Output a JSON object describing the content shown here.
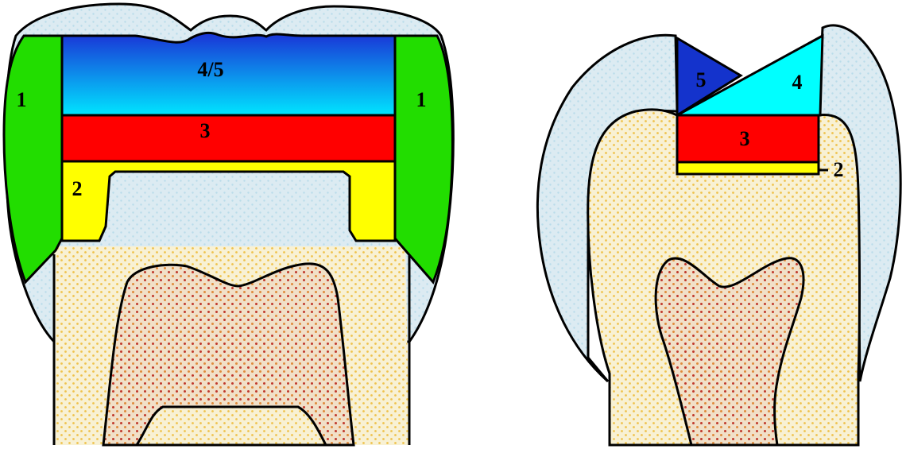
{
  "colors": {
    "background": "#ffffff",
    "outline": "#000000",
    "enamel": "#dcebf2",
    "enamel_dots": "#b9dcea",
    "dentin": "#f8f1d4",
    "dentin_dots": "#efc24c",
    "pulp": "#f1e0c8",
    "pulp_dots": "#c0392b",
    "layer_1": "#22dd00",
    "layer_2": "#ffff00",
    "layer_3": "#ff0000",
    "layer_45_top": "#1a33d6",
    "layer_45_bottom": "#00e5ff",
    "layer_4": "#00ffff",
    "layer_5": "#1433cc"
  },
  "left_diagram": {
    "label_1_left": "1",
    "label_1_right": "1",
    "label_2": "2",
    "label_3": "3",
    "label_45": "4/5"
  },
  "right_diagram": {
    "label_2": "2",
    "label_3": "3",
    "label_4": "4",
    "label_5": "5"
  }
}
